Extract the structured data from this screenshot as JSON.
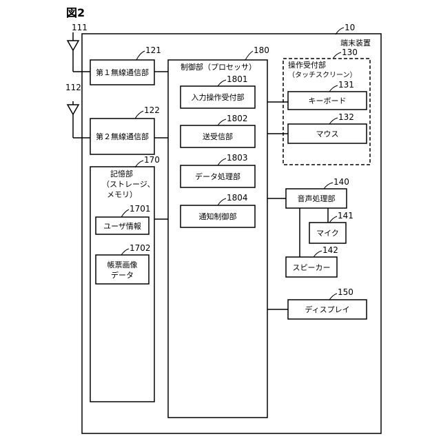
{
  "figure_title": "図2",
  "terminal": {
    "label": "端末装置",
    "ref": "10"
  },
  "antennas": [
    {
      "ref": "111"
    },
    {
      "ref": "112"
    }
  ],
  "comm1": {
    "label": "第１無線通信部",
    "ref": "121"
  },
  "comm2": {
    "label": "第２無線通信部",
    "ref": "122"
  },
  "control": {
    "label": "制御部（プロセッサ）",
    "ref": "180"
  },
  "input_accept": {
    "label": "入力操作受付部",
    "ref": "1801"
  },
  "send_recv": {
    "label": "送受信部",
    "ref": "1802"
  },
  "data_proc": {
    "label": "データ処理部",
    "ref": "1803"
  },
  "notify_ctrl": {
    "label": "通知制御部",
    "ref": "1804"
  },
  "operation": {
    "label_line1": "操作受付部",
    "label_line2": "（タッチスクリーン）",
    "ref": "130"
  },
  "keyboard": {
    "label": "キーボード",
    "ref": "131"
  },
  "mouse": {
    "label": "マウス",
    "ref": "132"
  },
  "storage": {
    "label_line1": "記憶部",
    "label_line2": "（ストレージ、",
    "label_line3": "メモリ）",
    "ref": "170"
  },
  "user_info": {
    "label": "ユーザ情報",
    "ref": "1701"
  },
  "form_image": {
    "label_line1": "帳票画像",
    "label_line2": "データ",
    "ref": "1702"
  },
  "audio": {
    "label": "音声処理部",
    "ref": "140"
  },
  "mic": {
    "label": "マイク",
    "ref": "141"
  },
  "speaker": {
    "label": "スピーカー",
    "ref": "142"
  },
  "display": {
    "label": "ディスプレイ",
    "ref": "150"
  }
}
